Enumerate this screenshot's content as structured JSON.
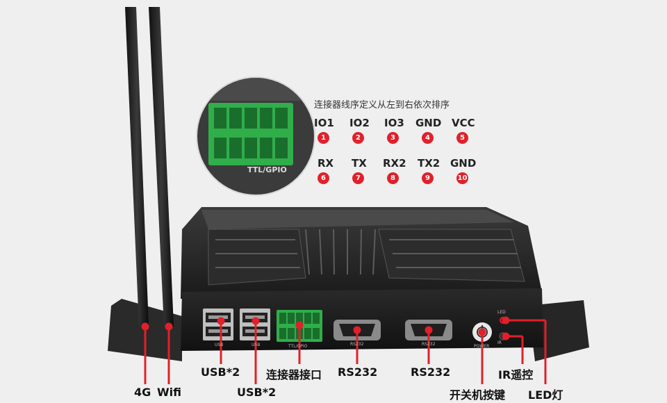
{
  "diagram": {
    "connector_title": "连接器线序定义从左到右依次排序",
    "zoom_label": "TTL/GPIO",
    "pins_row1": [
      {
        "label": "IO1",
        "num": "1"
      },
      {
        "label": "IO2",
        "num": "2"
      },
      {
        "label": "IO3",
        "num": "3"
      },
      {
        "label": "GND",
        "num": "4"
      },
      {
        "label": "VCC",
        "num": "5"
      }
    ],
    "pins_row2": [
      {
        "label": "RX",
        "num": "6"
      },
      {
        "label": "TX",
        "num": "7"
      },
      {
        "label": "RX2",
        "num": "8"
      },
      {
        "label": "TX2",
        "num": "9"
      },
      {
        "label": "GND",
        "num": "10"
      }
    ],
    "panel_marks": {
      "usb1": "USB",
      "usb2": "USB",
      "ttl": "TTL/GPIO",
      "rs232_1": "RS232",
      "rs232_2": "RS232",
      "power": "POWER",
      "led": "LED",
      "ir": "IR"
    },
    "callouts": {
      "antenna_4g": "4G",
      "antenna_wifi": "Wifi",
      "usb_a": "USB*2",
      "usb_b": "USB*2",
      "connector": "连接器接口",
      "rs232_a": "RS232",
      "rs232_b": "RS232",
      "power_button": "开关机按键",
      "ir_remote": "IR遥控",
      "led_light": "LED灯"
    },
    "colors": {
      "accent_red": "#e1202a",
      "terminal_green": "#2fae4a",
      "body_black": "#1b1b1b"
    }
  }
}
